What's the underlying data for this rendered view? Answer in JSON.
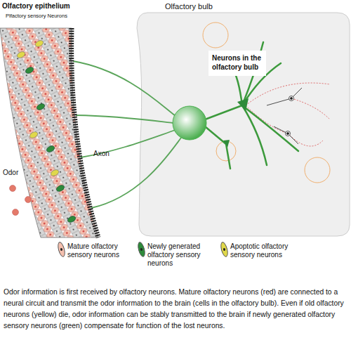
{
  "diagram": {
    "caption": "Odor information is first received by olfactory neurons. Mature olfactory neurons (red) are connected to a neural circuit and transmit the odor information to the brain (cells in the olfactory bulb). Even if old olfactory neurons (yellow) die, odor information can be stably transmitted to the brain if newly generated olfactory sensory neurons (green) compensate for function of the lost neurons.",
    "nodes": [
      {
        "text": [
          "Olfactory epithelium",
          "Plfactory sensory Neurons"
        ]
      },
      {
        "text": [
          "Olfactory bulb"
        ]
      },
      {
        "text": [
          "Neurons in the olfactory bulb"
        ],
        "in": 1
      }
    ],
    "labels": [
      "Odor",
      "Axon"
    ],
    "legend": [
      {
        "text": "Mature olfactory sensory neurons",
        "color": "#f4bfae"
      },
      {
        "text": "Newly generated olfactory sensory neurons",
        "color": "#2e8b3a"
      },
      {
        "text": "Apoptotic olfactory sensory neurons",
        "color": "#e0d84a"
      }
    ]
  }
}
